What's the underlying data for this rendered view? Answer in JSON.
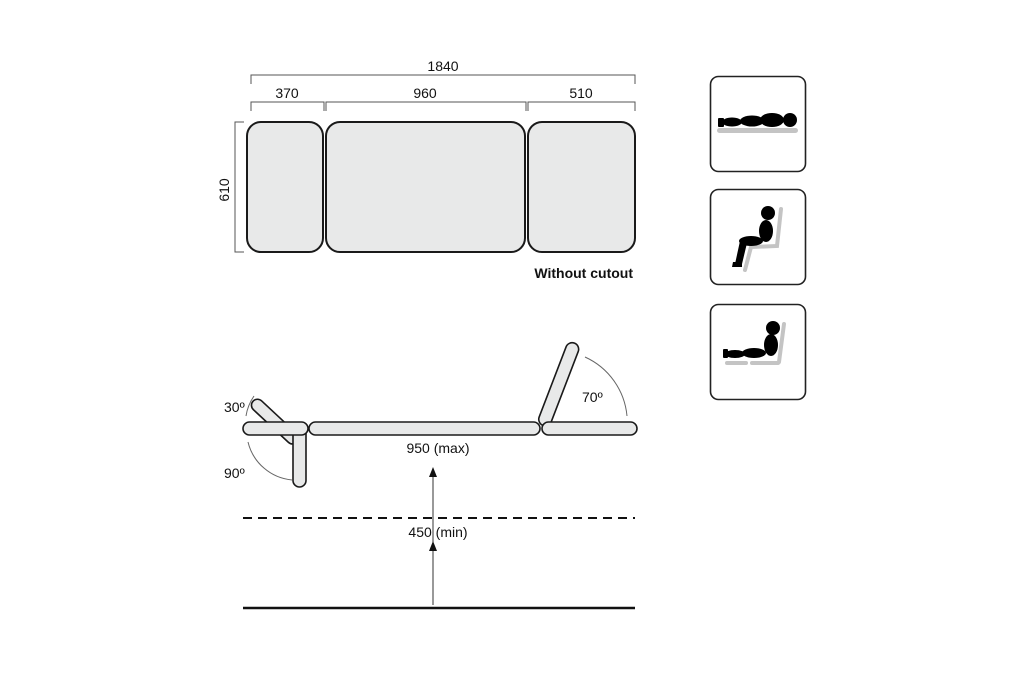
{
  "top_view": {
    "total_length": "1840",
    "segments": [
      "370",
      "960",
      "510"
    ],
    "width": "610",
    "caption": "Without cutout"
  },
  "side_view": {
    "head_up_angle": "30º",
    "head_down_angle": "90º",
    "back_angle": "70º",
    "max_height": "950 (max)",
    "min_height": "450 (min)"
  },
  "positions": [
    "flat-lying-position-icon",
    "sitting-position-icon",
    "reclined-position-icon"
  ]
}
